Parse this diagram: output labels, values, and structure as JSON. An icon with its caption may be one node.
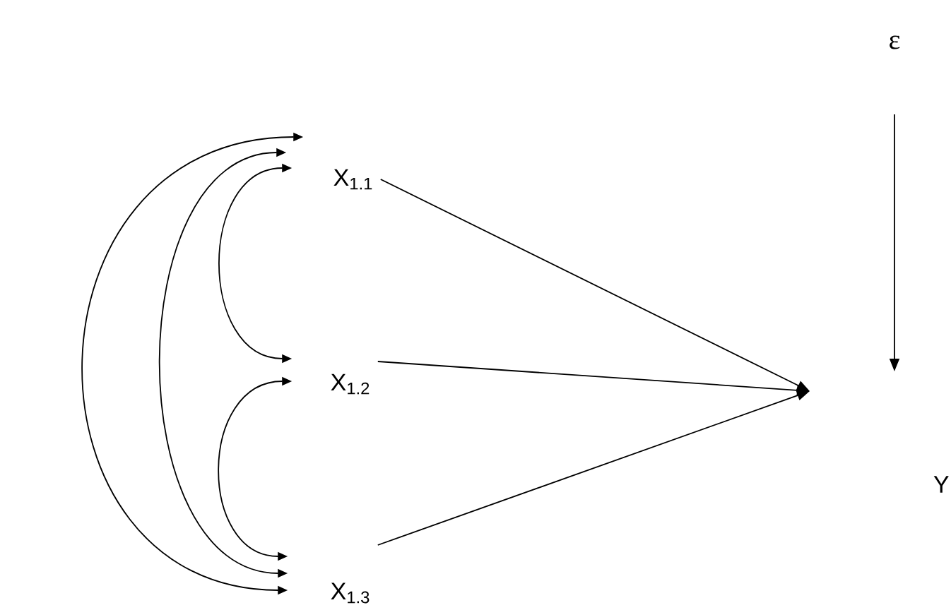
{
  "diagram": {
    "nodes": [
      {
        "text": [
          "X$_{1.1}$"
        ]
      },
      {
        "text": [
          "X$_{1.2}$"
        ]
      },
      {
        "text": [
          "X$_{1.3}$"
        ]
      },
      {
        "text": [
          "ε"
        ]
      }
    ],
    "edges": [
      {
        "from": 0,
        "to": 1,
        "arrow": "both"
      },
      {
        "from": 1,
        "to": 2,
        "arrow": "both"
      },
      {
        "from": 0,
        "to": 2,
        "arrow": "both"
      },
      {
        "from": 0,
        "to": 2,
        "arrow": "both"
      },
      {
        "from": 0,
        "to": null,
        "arrow": "to"
      },
      {
        "from": 1,
        "to": null,
        "arrow": "to"
      },
      {
        "from": 2,
        "to": null,
        "arrow": "to"
      },
      {
        "from": 3,
        "to": null,
        "arrow": "to"
      }
    ],
    "labels": [
      "Y"
    ]
  }
}
